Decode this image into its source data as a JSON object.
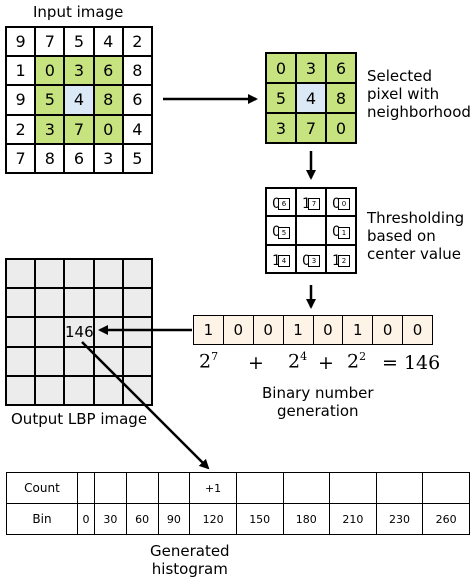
{
  "labels": {
    "input_image": "Input image",
    "selected": [
      "Selected",
      "pixel with",
      "neighborhood"
    ],
    "thresholding": [
      "Thresholding",
      "based on",
      "center value"
    ],
    "binary": [
      "Binary number",
      "generation"
    ],
    "output": "Output LBP image",
    "histogram": [
      "Generated",
      "histogram"
    ],
    "output_value": "146"
  },
  "input_grid": [
    [
      "9",
      "7",
      "5",
      "4",
      "2"
    ],
    [
      "1",
      "0",
      "3",
      "6",
      "8"
    ],
    [
      "9",
      "5",
      "4",
      "8",
      "6"
    ],
    [
      "2",
      "3",
      "7",
      "0",
      "4"
    ],
    [
      "7",
      "8",
      "6",
      "3",
      "5"
    ]
  ],
  "neighborhood": [
    [
      "0",
      "3",
      "6"
    ],
    [
      "5",
      "4",
      "8"
    ],
    [
      "3",
      "7",
      "0"
    ]
  ],
  "threshold": [
    [
      {
        "bit": "0",
        "w": "6"
      },
      {
        "bit": "1",
        "w": "7"
      },
      {
        "bit": "0",
        "w": "0"
      }
    ],
    [
      {
        "bit": "0",
        "w": "5"
      },
      {
        "bit": "",
        "w": ""
      },
      {
        "bit": "0",
        "w": "1"
      }
    ],
    [
      {
        "bit": "1",
        "w": "4"
      },
      {
        "bit": "0",
        "w": "3"
      },
      {
        "bit": "1",
        "w": "2"
      }
    ]
  ],
  "binary_digits": [
    "1",
    "0",
    "0",
    "1",
    "0",
    "1",
    "0",
    "0"
  ],
  "formula": {
    "t1_base": "2",
    "t1_exp": "7",
    "plus1": "+",
    "t2_base": "2",
    "t2_exp": "4",
    "plus2": "+",
    "t3_base": "2",
    "t3_exp": "2",
    "result": "= 146"
  },
  "histogram": {
    "count_label": "Count",
    "bin_label": "Bin",
    "count_values": [
      "",
      "",
      "",
      "",
      "+1",
      "",
      "",
      "",
      "",
      ""
    ],
    "bins": [
      "0",
      "30",
      "60",
      "90",
      "120",
      "150",
      "180",
      "210",
      "230",
      "260"
    ]
  },
  "colors": {
    "neighborhood": "#c6e37f",
    "center": "#dbe9f7",
    "binary_bg": "#fdf3e7"
  }
}
